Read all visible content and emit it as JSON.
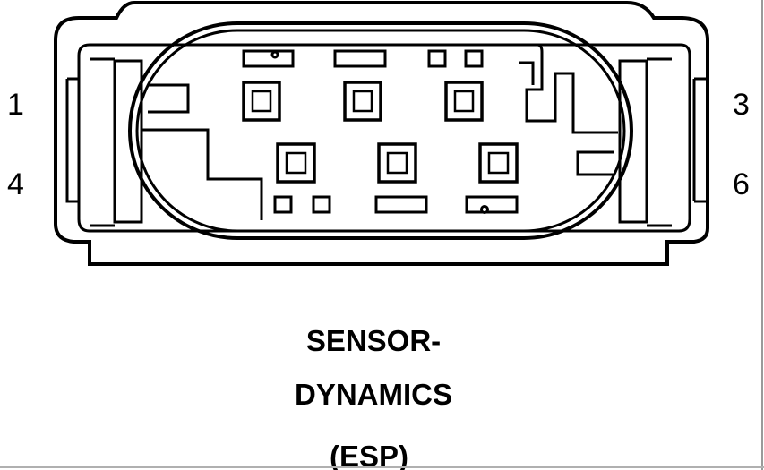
{
  "diagram": {
    "pin_labels": {
      "top_left": "1",
      "top_right": "3",
      "bottom_left": "4",
      "bottom_right": "6"
    },
    "caption": {
      "line1": "SENSOR-",
      "line2": "DYNAMICS",
      "line3": "(ESP)"
    }
  }
}
